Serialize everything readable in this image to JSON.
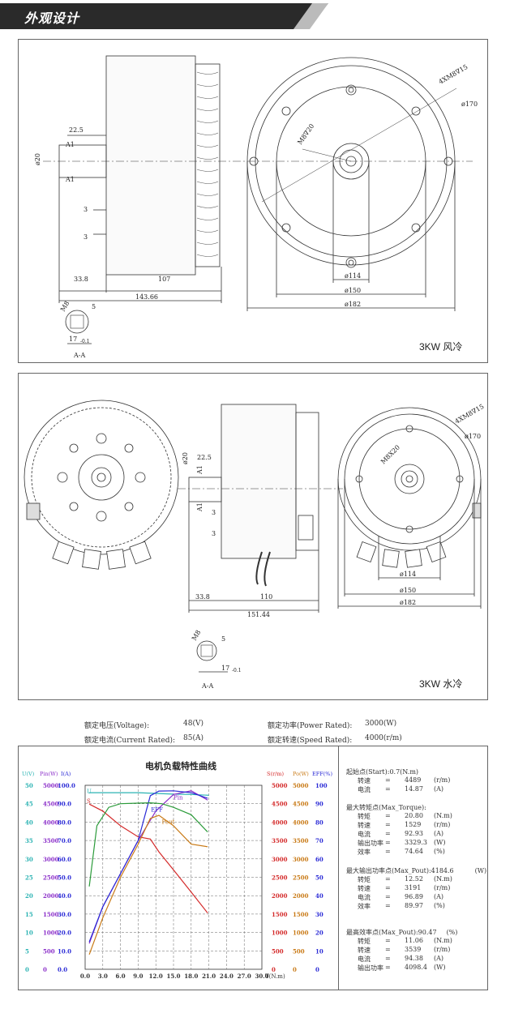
{
  "header": {
    "title": "外观设计"
  },
  "drawing_air": {
    "label": "3KW 风冷",
    "dims": {
      "shaft_dia": "ø20",
      "key_len": "22.5",
      "a1": "A1",
      "three": "3",
      "shaft_len": "33.8",
      "body_len": "107",
      "total_len": "143.66",
      "holes": "4XM8∇15",
      "pcd": "ø170",
      "thread": "M8∇20",
      "d114": "ø114",
      "d150": "ø150",
      "d182": "ø182",
      "section": "A-A",
      "sec_key": "5",
      "sec_m8": "M8",
      "sec_dim": "17",
      "sec_tol": "-0.1"
    }
  },
  "drawing_water": {
    "label": "3KW 水冷",
    "dims": {
      "shaft_dia": "ø20",
      "key_len": "22.5",
      "a1": "A1",
      "three": "3",
      "shaft_len": "33.8",
      "body_len": "110",
      "total_len": "151.44",
      "holes": "4XM8∇15",
      "pcd": "ø170",
      "thread": "M8X20",
      "d114": "ø114",
      "d150": "ø150",
      "d182": "ø182",
      "section": "A-A",
      "sec_key": "5",
      "sec_m8": "M8",
      "sec_dim": "17",
      "sec_tol": "-0.1"
    }
  },
  "specs": {
    "voltage_label": "额定电压(Voltage):",
    "voltage_value": "48(V)",
    "current_label": "额定电流(Current Rated):",
    "current_value": "85(A)",
    "power_label": "额定功率(Power Rated):",
    "power_value": "3000(W)",
    "speed_label": "额定转速(Speed Rated):",
    "speed_value": "4000(r/m)"
  },
  "chart_data": {
    "type": "line",
    "title": "电机负载特性曲线",
    "xlabel": "T(N.m)",
    "x_ticks": [
      "0.0",
      "3.0",
      "6.0",
      "9.0",
      "12.0",
      "15.0",
      "18.0",
      "21.0",
      "24.0",
      "27.0",
      "30.0"
    ],
    "xlim": [
      0,
      30
    ],
    "left_axes": {
      "headers": [
        "U(V)",
        "Pin(W)",
        "I(A)"
      ],
      "colors": [
        "#2bb3b3",
        "#8b2fc9",
        "#2b2bd6"
      ],
      "ticks": [
        [
          "50",
          "5000",
          "100.0"
        ],
        [
          "45",
          "4500",
          "90.0"
        ],
        [
          "40",
          "4000",
          "80.0"
        ],
        [
          "35",
          "3500",
          "70.0"
        ],
        [
          "30",
          "3000",
          "60.0"
        ],
        [
          "25",
          "2500",
          "50.0"
        ],
        [
          "20",
          "2000",
          "40.0"
        ],
        [
          "15",
          "1500",
          "30.0"
        ],
        [
          "10",
          "1000",
          "20.0"
        ],
        [
          "5",
          "500",
          "10.0"
        ],
        [
          "0",
          "0",
          "0.0"
        ]
      ]
    },
    "right_axes": {
      "headers": [
        "S(r/m)",
        "Po(W)",
        "EFF(%)"
      ],
      "colors": [
        "#d42a2a",
        "#c97a16",
        "#2b2bd6"
      ],
      "ticks": [
        [
          "5000",
          "5000",
          "100"
        ],
        [
          "4500",
          "4500",
          "90"
        ],
        [
          "4000",
          "4000",
          "80"
        ],
        [
          "3500",
          "3500",
          "70"
        ],
        [
          "3000",
          "3000",
          "60"
        ],
        [
          "2500",
          "2500",
          "50"
        ],
        [
          "2000",
          "2000",
          "40"
        ],
        [
          "1500",
          "1500",
          "30"
        ],
        [
          "1000",
          "1000",
          "20"
        ],
        [
          "500",
          "500",
          "10"
        ],
        [
          "0",
          "0",
          "0"
        ]
      ]
    },
    "series_labels": {
      "u": "U",
      "s": "S",
      "pin": "Pin",
      "eff": "EFF",
      "pout": "Pout"
    },
    "series": [
      {
        "key": "u",
        "color": "#2bb3b3",
        "axis_max": 50,
        "points": [
          [
            0.7,
            48
          ],
          [
            3,
            48
          ],
          [
            6,
            48
          ],
          [
            9,
            48
          ],
          [
            12,
            47.8
          ],
          [
            15,
            47.6
          ],
          [
            18,
            47.5
          ],
          [
            21,
            47.3
          ]
        ]
      },
      {
        "key": "s",
        "color": "#d42a2a",
        "axis_max": 5000,
        "points": [
          [
            0.7,
            4489
          ],
          [
            3,
            4300
          ],
          [
            6,
            3900
          ],
          [
            9,
            3600
          ],
          [
            11.06,
            3539
          ],
          [
            12.52,
            3191
          ],
          [
            15,
            2700
          ],
          [
            18,
            2100
          ],
          [
            20.8,
            1529
          ]
        ]
      },
      {
        "key": "pin",
        "color": "#8b2fc9",
        "axis_max": 5000,
        "points": [
          [
            0.7,
            700
          ],
          [
            3,
            1700
          ],
          [
            6,
            2600
          ],
          [
            9,
            3500
          ],
          [
            12,
            4300
          ],
          [
            15,
            4750
          ],
          [
            18,
            4850
          ],
          [
            20.8,
            4600
          ]
        ]
      },
      {
        "key": "i",
        "color": "#2b2bd6",
        "axis_max": 100,
        "points": [
          [
            0.7,
            14.87
          ],
          [
            3,
            34
          ],
          [
            6,
            52
          ],
          [
            9,
            70
          ],
          [
            11.06,
            94.38
          ],
          [
            12.52,
            96.89
          ],
          [
            15,
            97
          ],
          [
            18,
            96
          ],
          [
            20.8,
            92.93
          ]
        ]
      },
      {
        "key": "eff",
        "color": "#2b9b3a",
        "axis_max": 100,
        "points": [
          [
            0.7,
            45
          ],
          [
            2,
            78
          ],
          [
            4,
            88
          ],
          [
            6,
            90
          ],
          [
            9,
            90.3
          ],
          [
            11.06,
            90.47
          ],
          [
            13,
            90
          ],
          [
            15,
            88
          ],
          [
            18,
            84
          ],
          [
            20.8,
            74.64
          ]
        ]
      },
      {
        "key": "pout",
        "color": "#c97a16",
        "axis_max": 5000,
        "points": [
          [
            0.7,
            400
          ],
          [
            3,
            1400
          ],
          [
            6,
            2500
          ],
          [
            9,
            3400
          ],
          [
            11.06,
            4098.4
          ],
          [
            12.52,
            4184.6
          ],
          [
            15,
            3900
          ],
          [
            18,
            3400
          ],
          [
            20.8,
            3329.3
          ]
        ]
      }
    ]
  },
  "results": {
    "start": {
      "title": "起始点(Start):0.7(N.m)",
      "rows": [
        [
          "转速",
          "=",
          "4489",
          "(r/m)"
        ],
        [
          "电流",
          "=",
          "14.87",
          "(A)"
        ]
      ]
    },
    "max_torque": {
      "title": "最大转矩点(Max_Torque):",
      "rows": [
        [
          "转矩",
          "=",
          "20.80",
          "(N.m)"
        ],
        [
          "转速",
          "=",
          "1529",
          "(r/m)"
        ],
        [
          "电流",
          "=",
          "92.93",
          "(A)"
        ],
        [
          "输出功率",
          "=",
          "3329.3",
          "(W)"
        ],
        [
          "效率",
          "=",
          "74.64",
          "(%)"
        ]
      ]
    },
    "max_pout": {
      "title": "最大输出功率点(Max_Pout):4184.6",
      "unit": "(W)",
      "rows": [
        [
          "转矩",
          "=",
          "12.52",
          "(N.m)"
        ],
        [
          "转速",
          "=",
          "3191",
          "(r/m)"
        ],
        [
          "电流",
          "=",
          "96.89",
          "(A)"
        ],
        [
          "效率",
          "=",
          "89.97",
          "(%)"
        ]
      ]
    },
    "max_eff": {
      "title": "最高效率点(Max_Pout):90.47",
      "unit": "(%)",
      "rows": [
        [
          "转矩",
          "=",
          "11.06",
          "(N.m)"
        ],
        [
          "转速",
          "=",
          "3539",
          "(r/m)"
        ],
        [
          "电流",
          "=",
          "94.38",
          "(A)"
        ],
        [
          "输出功率",
          "=",
          "4098.4",
          "(W)"
        ]
      ]
    }
  }
}
